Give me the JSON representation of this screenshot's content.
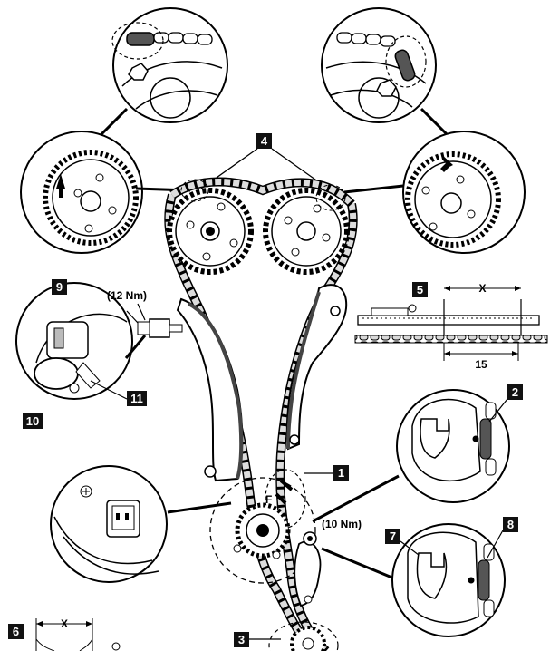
{
  "callouts": {
    "c1": "1",
    "c2": "2",
    "c3": "3",
    "c4": "4",
    "c5": "5",
    "c6": "6",
    "c7": "7",
    "c8": "8",
    "c9": "9",
    "c10": "10",
    "c11": "11"
  },
  "torque": {
    "solenoid": "(12 Nm)",
    "tensioner": "(10 Nm)"
  },
  "gauge": {
    "x_label": "X",
    "value": "15"
  },
  "detail6": {
    "x_label": "X"
  },
  "marks": {
    "crank_mark": "F"
  },
  "colors": {
    "ink": "#000000",
    "badge": "#111111",
    "chain_link": "#d9d9d9",
    "paper": "#ffffff"
  }
}
